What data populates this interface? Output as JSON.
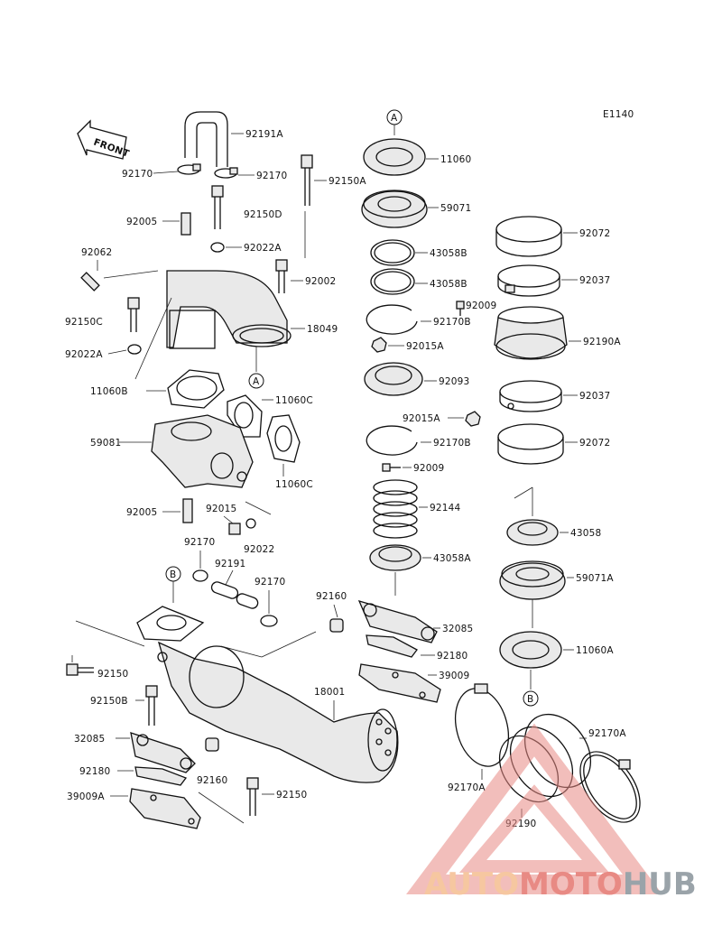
{
  "diagram_code": "E1140",
  "front_label": "FRONT",
  "ref_markers": [
    "A",
    "A",
    "B",
    "B"
  ],
  "labels": {
    "p92191A": "92191A",
    "p92170_left": "92170",
    "p92170_top": "92170",
    "p92150A": "92150A",
    "p92005_top": "92005",
    "p92150D": "92150D",
    "p92022A_top": "92022A",
    "p92062": "92062",
    "p92002": "92002",
    "p92150C": "92150C",
    "p18049": "18049",
    "p92022A_left": "92022A",
    "p11060B": "11060B",
    "p11060C_top": "11060C",
    "p59081": "59081",
    "p11060C_bot": "11060C",
    "p92005_bot": "92005",
    "p92015_mid": "92015",
    "p92022": "92022",
    "p92170_mid1": "92170",
    "p92191": "92191",
    "p92170_mid2": "92170",
    "p92160_top": "92160",
    "p92150_left": "92150",
    "p92150B": "92150B",
    "p18001": "18001",
    "p32085_left": "32085",
    "p92180_left": "92180",
    "p92160_bot": "92160",
    "p92150_bot": "92150",
    "p39009A": "39009A",
    "p11060": "11060",
    "p59071": "59071",
    "p43058B_1": "43058B",
    "p43058B_2": "43058B",
    "p92009_top": "92009",
    "p92170B_1": "92170B",
    "p92015A_1": "92015A",
    "p92093": "92093",
    "p92015A_2": "92015A",
    "p92170B_2": "92170B",
    "p92009_bot": "92009",
    "p92144": "92144",
    "p43058A": "43058A",
    "p32085_right": "32085",
    "p92180_right": "92180",
    "p39009": "39009",
    "p92170A_left": "92170A",
    "p92190": "92190",
    "p92170A_right": "92170A",
    "p92072_top": "92072",
    "p92037_top": "92037",
    "p92190A": "92190A",
    "p92037_bot": "92037",
    "p92072_bot": "92072",
    "p43058": "43058",
    "p59071A": "59071A",
    "p11060A": "11060A"
  },
  "watermark": {
    "part1": "AUTO",
    "part2": "MOTO",
    "part3": "HUB"
  },
  "colors": {
    "ink": "#111111",
    "watermark_orange": "#f6c7a0",
    "watermark_red": "#e88a84",
    "watermark_gray": "#9aa3a9"
  }
}
